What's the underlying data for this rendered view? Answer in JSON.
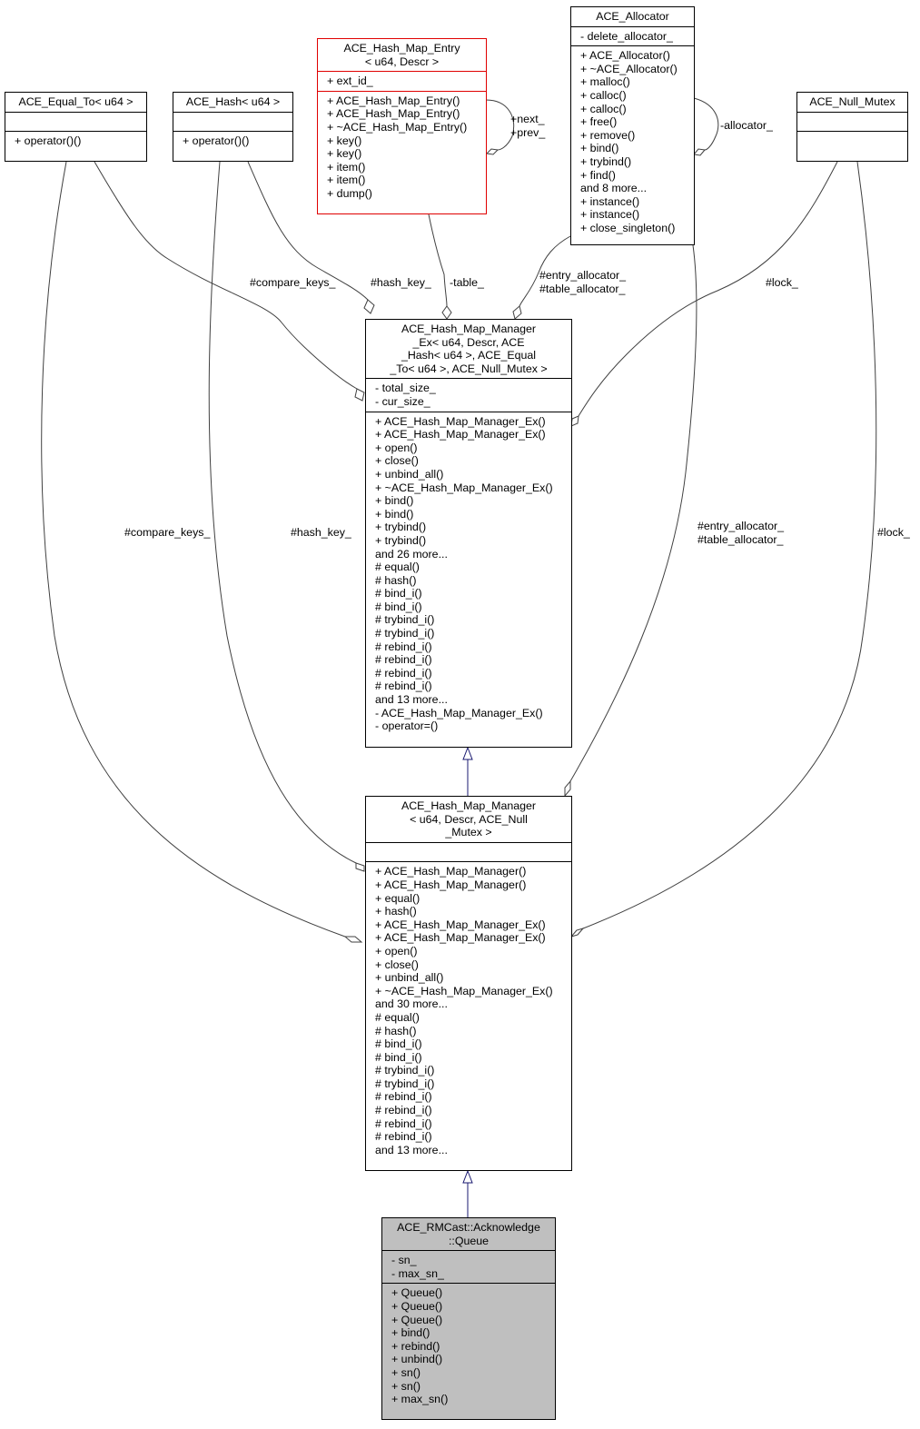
{
  "classes": {
    "equal_to": {
      "title": [
        "ACE_Equal_To< u64 >"
      ],
      "attrs": [],
      "methods": [
        "+ operator()()"
      ]
    },
    "hash": {
      "title": [
        "ACE_Hash< u64 >"
      ],
      "attrs": [],
      "methods": [
        "+ operator()()"
      ]
    },
    "entry": {
      "title": [
        "ACE_Hash_Map_Entry",
        "< u64, Descr >"
      ],
      "attrs": [
        "+ ext_id_"
      ],
      "methods": [
        "+ ACE_Hash_Map_Entry()",
        "+ ACE_Hash_Map_Entry()",
        "+ ~ACE_Hash_Map_Entry()",
        "+ key()",
        "+ key()",
        "+ item()",
        "+ item()",
        "+ dump()"
      ]
    },
    "allocator": {
      "title": [
        "ACE_Allocator"
      ],
      "attrs": [
        "- delete_allocator_"
      ],
      "methods": [
        "+ ACE_Allocator()",
        "+ ~ACE_Allocator()",
        "+ malloc()",
        "+ calloc()",
        "+ calloc()",
        "+ free()",
        "+ remove()",
        "+ bind()",
        "+ trybind()",
        "+ find()",
        "and 8 more...",
        "+ instance()",
        "+ instance()",
        "+ close_singleton()"
      ]
    },
    "null_mutex": {
      "title": [
        "ACE_Null_Mutex"
      ],
      "attrs": [],
      "methods": []
    },
    "manager_ex": {
      "title": [
        "ACE_Hash_Map_Manager",
        "_Ex< u64, Descr, ACE",
        "_Hash< u64 >, ACE_Equal",
        "_To< u64 >, ACE_Null_Mutex >"
      ],
      "attrs": [
        "- total_size_",
        "- cur_size_"
      ],
      "methods": [
        "+ ACE_Hash_Map_Manager_Ex()",
        "+ ACE_Hash_Map_Manager_Ex()",
        "+ open()",
        "+ close()",
        "+ unbind_all()",
        "+ ~ACE_Hash_Map_Manager_Ex()",
        "+ bind()",
        "+ bind()",
        "+ trybind()",
        "+ trybind()",
        "and 26 more...",
        "# equal()",
        "# hash()",
        "# bind_i()",
        "# bind_i()",
        "# trybind_i()",
        "# trybind_i()",
        "# rebind_i()",
        "# rebind_i()",
        "# rebind_i()",
        "# rebind_i()",
        "and 13 more...",
        "- ACE_Hash_Map_Manager_Ex()",
        "- operator=()"
      ]
    },
    "manager": {
      "title": [
        "ACE_Hash_Map_Manager",
        "< u64, Descr, ACE_Null",
        "_Mutex >"
      ],
      "attrs": [],
      "methods": [
        "+ ACE_Hash_Map_Manager()",
        "+ ACE_Hash_Map_Manager()",
        "+ equal()",
        "+ hash()",
        "+ ACE_Hash_Map_Manager_Ex()",
        "+ ACE_Hash_Map_Manager_Ex()",
        "+ open()",
        "+ close()",
        "+ unbind_all()",
        "+ ~ACE_Hash_Map_Manager_Ex()",
        "and 30 more...",
        "# equal()",
        "# hash()",
        "# bind_i()",
        "# bind_i()",
        "# trybind_i()",
        "# trybind_i()",
        "# rebind_i()",
        "# rebind_i()",
        "# rebind_i()",
        "# rebind_i()",
        "and 13 more..."
      ]
    },
    "queue": {
      "title": [
        "ACE_RMCast::Acknowledge",
        "::Queue"
      ],
      "attrs": [
        "- sn_",
        "- max_sn_"
      ],
      "methods": [
        "+ Queue()",
        "+ Queue()",
        "+ Queue()",
        "+ bind()",
        "+ rebind()",
        "+ unbind()",
        "+ sn()",
        "+ sn()",
        "+ max_sn()"
      ]
    }
  },
  "edge_labels": {
    "compare_keys_top": "#compare_keys_",
    "hash_key_top": "#hash_key_",
    "table": "-table_",
    "entry_alloc_top": "#entry_allocator_\n#table_allocator_",
    "lock_top": "#lock_",
    "next_prev": "+next_\n+prev_",
    "allocator_self": "-allocator_",
    "compare_keys_bottom": "#compare_keys_",
    "hash_key_bottom": "#hash_key_",
    "entry_alloc_bottom": "#entry_allocator_\n#table_allocator_",
    "lock_bottom": "#lock_"
  },
  "colors": {
    "box_border": "#000000",
    "template_border": "#e00000",
    "highlight_fill": "#bfbfbf",
    "inherit_edge": "#191970",
    "assoc_edge": "#404040"
  }
}
